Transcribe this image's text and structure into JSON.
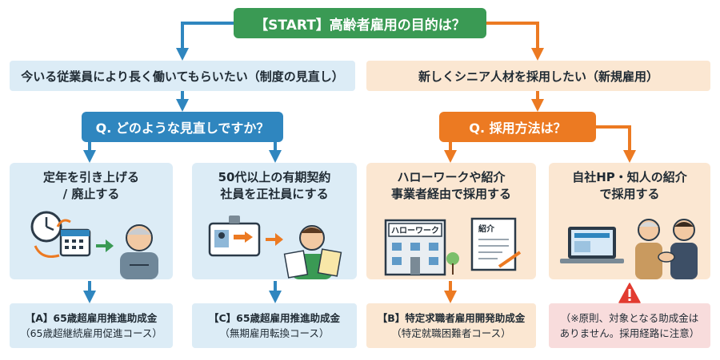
{
  "start": "【START】高齢者雇用の目的は？",
  "left_branch": {
    "label": "今いる従業員により長く働いてもらいたい（制度の見直し）",
    "question": "Q. どのような見直しですか？",
    "cards": [
      {
        "title": [
          "定年を引き上げる",
          "/ 廃止する"
        ],
        "result": [
          "【A】65歳超雇用推進助成金",
          "（65歳超継続雇用促進コース）"
        ]
      },
      {
        "title": [
          "50代以上の有期契約",
          "社員を正社員にする"
        ],
        "result": [
          "【C】65歳超雇用推進助成金",
          "（無期雇用転換コース）"
        ]
      }
    ]
  },
  "right_branch": {
    "label": "新しくシニア人材を採用したい（新規雇用）",
    "question": "Q. 採用方法は？",
    "cards": [
      {
        "title": [
          "ハローワークや紹介",
          "事業者経由で採用する"
        ],
        "result": [
          "【B】特定求職者雇用開発助成金",
          "（特定就職困難者コース）"
        ]
      },
      {
        "title": [
          "自社HP・知人の紹介",
          "で採用する"
        ],
        "result": [
          "（※原則、対象となる助成金は",
          "ありません。採用経路に注意）"
        ]
      }
    ]
  },
  "illustrations": {
    "hellowork_sign": "ハローワーク",
    "referral_doc": "紹介"
  },
  "colors": {
    "start": "#3a9a54",
    "blue_accent": "#2f86bf",
    "blue_light": "#dcecf6",
    "orange_accent": "#ec7a22",
    "orange_light": "#fbe7d2",
    "warning_bg": "#f8dcdc",
    "warning_icon": "#e23b30"
  },
  "icons": [
    "clock-icon",
    "calendar-icon",
    "senior-worker-icon",
    "id-card-icon",
    "office-worker-icon",
    "hellowork-building-icon",
    "referral-document-icon",
    "laptop-icon",
    "handshake-icon",
    "warning-icon"
  ]
}
